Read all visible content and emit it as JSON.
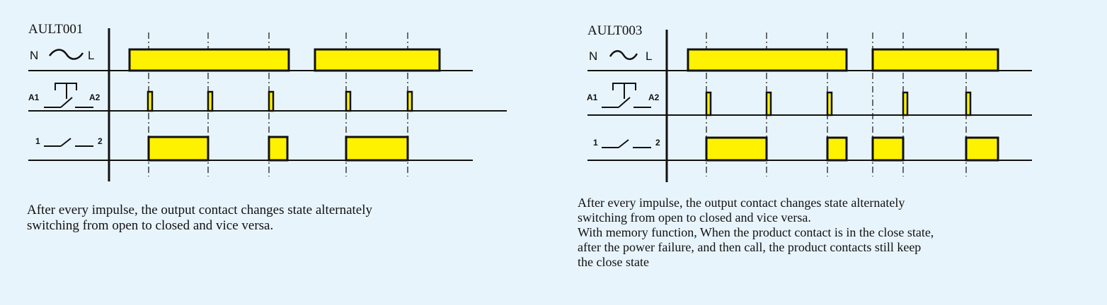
{
  "diagrams": [
    {
      "title": "AULT001",
      "supply_label": {
        "n": "N",
        "l": "L"
      },
      "trigger_label": {
        "a1": "A1",
        "a2": "A2"
      },
      "output_label": {
        "p1": "1",
        "p2": "2"
      },
      "description": "After every impulse, the output contact changes state alternately\nswitching from open to closed and vice versa."
    },
    {
      "title": "AULT003",
      "supply_label": {
        "n": "N",
        "l": "L"
      },
      "trigger_label": {
        "a1": "A1",
        "a2": "A2"
      },
      "output_label": {
        "p1": "1",
        "p2": "2"
      },
      "description": "After every impulse, the output contact changes state alternately\nswitching from open to closed and vice versa.\nWith memory function, When the product contact is in the close state,\nafter the power failure, and then call, the product contacts still keep\nthe close state"
    }
  ],
  "colors": {
    "pulse_fill": "#fff200",
    "stroke": "#111111",
    "background": "#e8f4fc"
  }
}
